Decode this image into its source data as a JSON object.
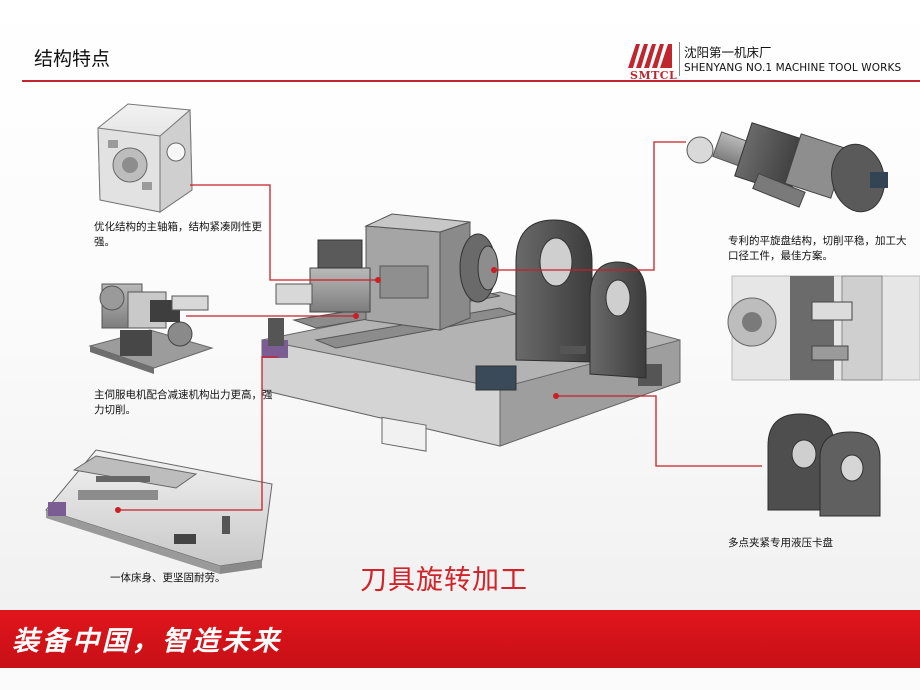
{
  "header": {
    "title": "结构特点",
    "logo_text": "SMTCL",
    "company_cn": "沈阳第一机床厂",
    "company_en": "SHENYANG NO.1 MACHINE TOOL WORKS"
  },
  "callouts": {
    "spindle_box": "优化结构的主轴箱，结构紧凑刚性更强。",
    "servo_motor": "主伺服电机配合减速机构出力更高，强力切削。",
    "bed": "一体床身、更坚固耐劳。",
    "facing_head": "专利的平旋盘结构，切削平稳，加工大口径工件，最佳方案。",
    "hydraulic_chuck": "多点夹紧专用液压卡盘"
  },
  "main_caption": "刀具旋转加工",
  "footer": {
    "slogan": "装备中国，智造未来"
  },
  "colors": {
    "accent_red": "#c0262d",
    "footer_red": "#d7151c",
    "machine_gray": "#8a8a8a"
  }
}
